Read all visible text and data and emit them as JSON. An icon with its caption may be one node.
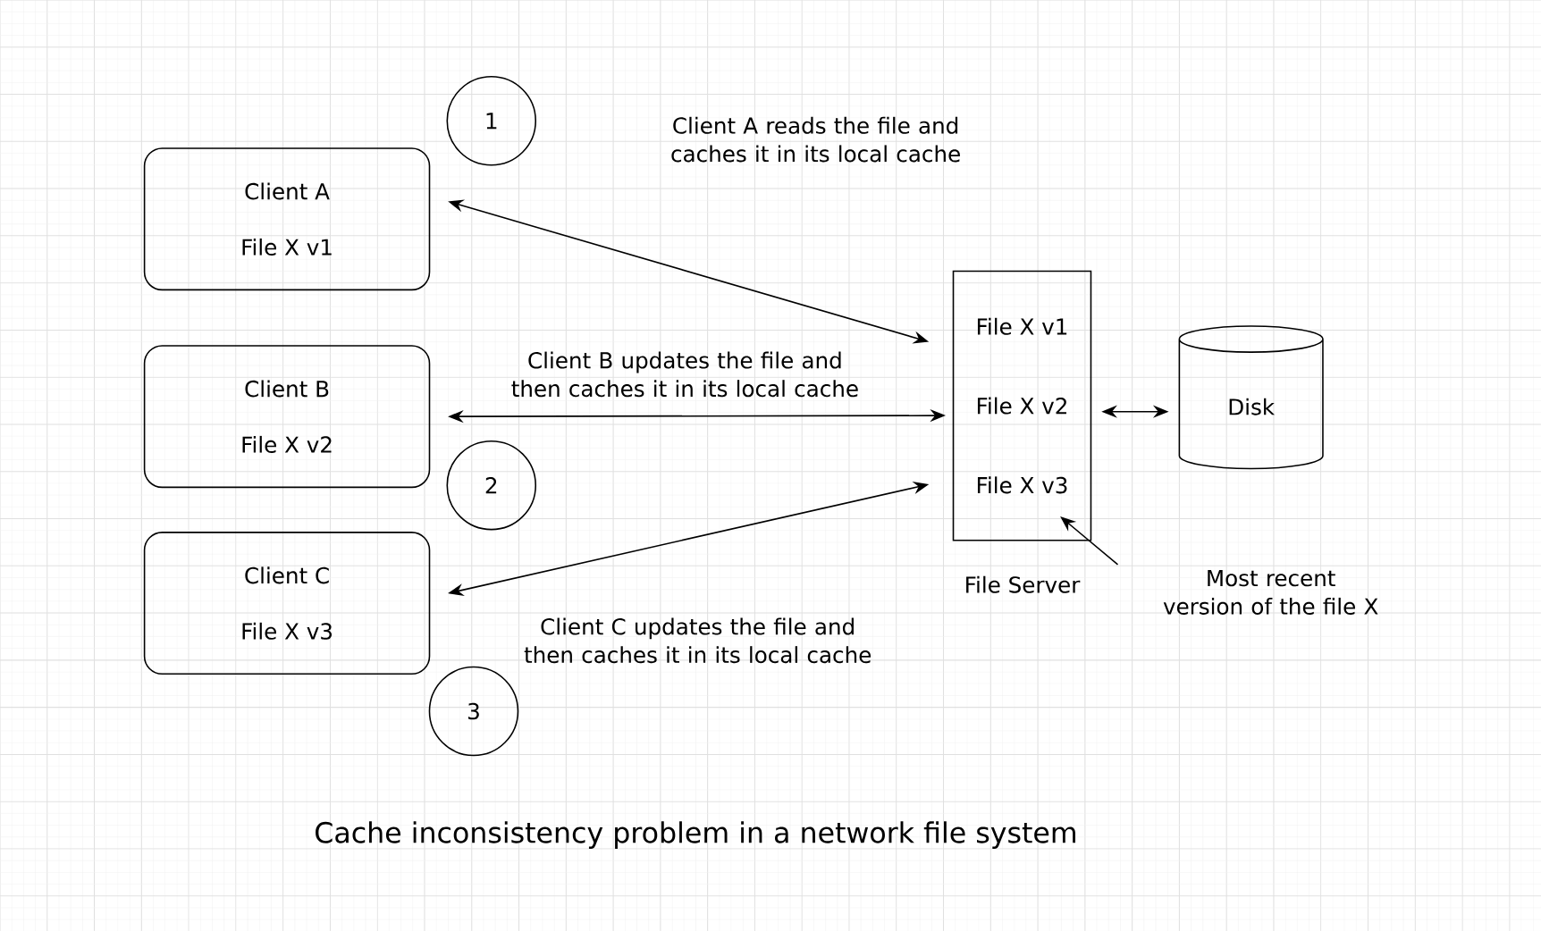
{
  "diagram": {
    "caption": "Cache inconsistency problem in a network file system",
    "nodes": [
      {
        "text": [
          "Client A",
          "File X v1"
        ]
      },
      {
        "text": [
          "Client B",
          "File X v2"
        ]
      },
      {
        "text": [
          "Client C",
          "File X v3"
        ]
      },
      {
        "text": [
          "File X v1",
          "File X v2",
          "File X v3"
        ],
        "beside": [
          "File Server"
        ]
      },
      {
        "text": [
          "Disk"
        ]
      },
      {
        "text": [
          "1"
        ]
      },
      {
        "text": [
          "2"
        ]
      },
      {
        "text": [
          "3"
        ]
      },
      {
        "text": [
          "Most recent version of the file X"
        ]
      }
    ],
    "edges": [
      {
        "from": 0,
        "to": 3,
        "arrow": "both"
      },
      {
        "from": 1,
        "to": 3,
        "arrow": "both"
      },
      {
        "from": 2,
        "to": 3,
        "arrow": "both"
      },
      {
        "from": 3,
        "to": 4,
        "arrow": "both"
      },
      {
        "from": 8,
        "to": 3,
        "arrow": "to"
      }
    ],
    "labels": [
      "Client A reads the file and caches it in its local cache",
      "Client B updates the file and then caches it in its local cache",
      "Client C updates the file and then caches it in its local cache"
    ]
  }
}
